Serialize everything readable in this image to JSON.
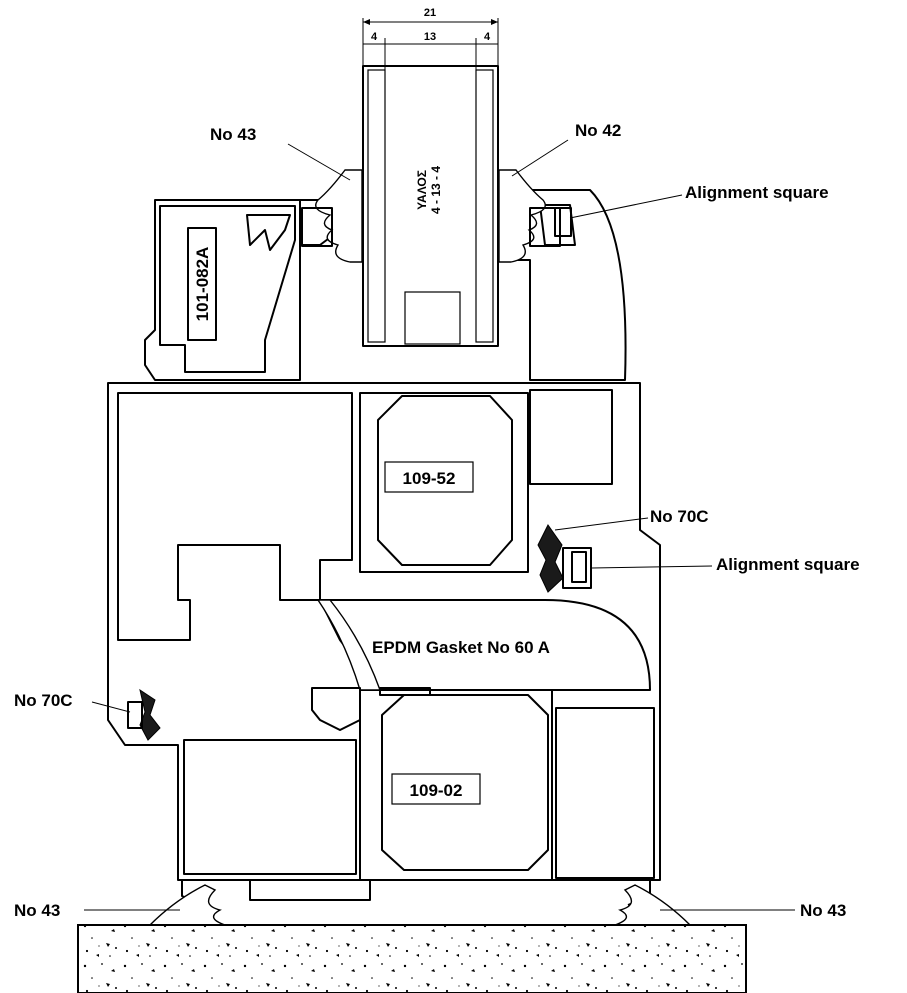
{
  "dimensions": {
    "overall": "21",
    "left": "4",
    "middle": "13",
    "right": "4"
  },
  "glazing": {
    "line1": "ΥΑΛΟΣ",
    "line2": "4 - 13 - 4"
  },
  "profiles": {
    "bead": "101-082A",
    "frame_upper": "109-52",
    "frame_lower": "109-02"
  },
  "callouts": {
    "gasket_top_left": "No 43",
    "gasket_top_right": "No 42",
    "alignment_top": "Alignment square",
    "gasket_mid_right": "No 70C",
    "alignment_mid": "Alignment square",
    "epdm": "EPDM Gasket No 60 A",
    "gasket_mid_left": "No 70C",
    "gasket_bottom_left": "No 43",
    "gasket_bottom_right": "No 43"
  },
  "colors": {
    "line": "#000000",
    "background": "#ffffff"
  }
}
